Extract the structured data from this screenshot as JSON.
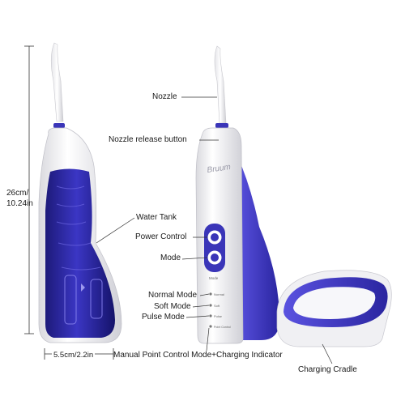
{
  "dimensions": {
    "height": "26cm/\n10.24in",
    "height_line1": "26cm/",
    "height_line2": "10.24in",
    "width": "5.5cm/2.2in"
  },
  "labels": {
    "nozzle": "Nozzle",
    "nozzle_release": "Nozzle release button",
    "water_tank": "Water Tank",
    "power_control": "Power Control",
    "mode": "Mode",
    "normal_mode": "Normal Mode",
    "soft_mode": "Soft Mode",
    "pulse_mode": "Pulse Mode",
    "manual_mode": "Manual Point Control Mode+Charging Indicator",
    "charging_cradle": "Charging Cradle"
  },
  "device_text": {
    "brand": "Bruum",
    "mode_button": "Mode",
    "normal": "Normal",
    "soft": "Soft",
    "pulse": "Pulse",
    "manual": "Point Control"
  },
  "colors": {
    "accent_blue": "#3a35b8",
    "tank_blue": "#2a2a9e",
    "body_white": "#f4f4f6",
    "line": "#333333"
  }
}
